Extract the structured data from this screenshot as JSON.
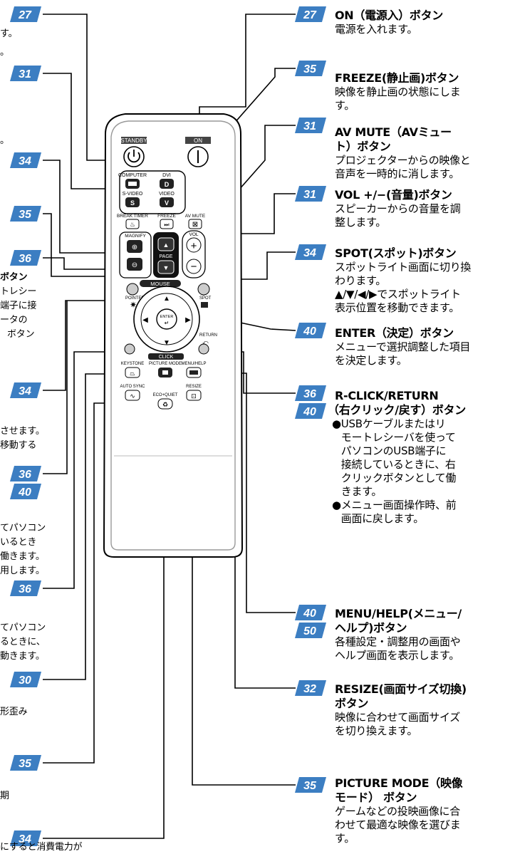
{
  "badges_left": [
    "27",
    "31",
    "34",
    "35",
    "36",
    "34",
    "36",
    "40",
    "36",
    "30",
    "35",
    "34"
  ],
  "badges_right": [
    "27",
    "35",
    "31",
    "31",
    "34",
    "40",
    "36",
    "40",
    "40",
    "50",
    "32",
    "35"
  ],
  "left_fragments": [
    "す。",
    "。",
    "ボタン",
    "トレシー",
    "端子に接",
    "ータの",
    "ボタン",
    "させます。",
    "移動する",
    "てパソコン",
    "いるとき",
    "働きます。",
    "用します。",
    "てパソコン",
    "るときに、",
    "動きます。",
    "形歪み",
    "期",
    "にすると消費電力が"
  ],
  "remote": {
    "standby": "STANDBY",
    "on": "ON",
    "computer": "COMPUTER",
    "dvi": "DVI",
    "svideo": "S-VIDEO",
    "video": "VIDEO",
    "s_key": "S",
    "d_key": "D",
    "v_key": "V",
    "break_timer": "BREAK TIMER",
    "freeze": "FREEZE",
    "av_mute": "AV MUTE",
    "magnify": "MAGNIFY",
    "vol": "VOL",
    "page": "PAGE",
    "mouse": "MOUSE",
    "pointer": "POINTER",
    "spot": "SPOT",
    "enter": "ENTER",
    "return": "RETURN",
    "click": "CLICK",
    "keystone": "KEYSTONE",
    "picture_mode": "PICTURE MODE",
    "menu_help": "MENU/HELP",
    "auto_sync": "AUTO SYNC",
    "eco_quiet": "ECO+QUIET",
    "resize": "RESIZE"
  },
  "entries": {
    "on": {
      "title": "ON（電源入）ボタン",
      "desc": [
        "電源を入れます。"
      ]
    },
    "freeze": {
      "title": "FREEZE(静止画)ボタン",
      "desc": [
        "映像を静止画の状態にしま",
        "す。"
      ]
    },
    "avmute": {
      "title": [
        "AV MUTE（AVミュー",
        "ト）ボタン"
      ],
      "desc": [
        "プロジェクターからの映像と",
        "音声を一時的に消します。"
      ]
    },
    "vol": {
      "title": "VOL +/−(音量)ボタン",
      "desc": [
        "スピーカーからの音量を調",
        "整します。"
      ]
    },
    "spot": {
      "title": "SPOT(スポット)ボタン",
      "desc": [
        "スポットライト画面に切り換",
        "わります。",
        "▲/▼/◀/▶でスポットライト",
        "表示位置を移動できます。"
      ]
    },
    "enter": {
      "title": "ENTER（決定）ボタン",
      "desc": [
        "メニューで選択調整した項目",
        "を決定します。"
      ]
    },
    "rclick": {
      "title": [
        "R-CLICK/RETURN",
        "（右クリック/戻す）ボタン"
      ],
      "bullet_dot": "●",
      "bullet1": [
        "USBケーブルまたはリ",
        "モートレシーバを使って",
        "パソコンのUSB端子に",
        "接続しているときに、右",
        "クリックボタンとして働",
        "きます。"
      ],
      "bullet2": [
        "メニュー画面操作時、前",
        "画面に戻します。"
      ]
    },
    "menu": {
      "title": [
        "MENU/HELP(メニュー/",
        "ヘルプ)ボタン"
      ],
      "desc": [
        "各種設定・調整用の画面や",
        "ヘルプ画面を表示します。"
      ]
    },
    "resize": {
      "title": [
        "RESIZE(画面サイズ切換)",
        "ボタン"
      ],
      "desc": [
        "映像に合わせて画面サイズ",
        "を切り換えます。"
      ]
    },
    "picture": {
      "title": [
        "PICTURE MODE（映像",
        "モード） ボタン"
      ],
      "desc": [
        "ゲームなどの投映画像に合",
        "わせて最適な映像を選びま",
        "す。"
      ]
    }
  },
  "colors": {
    "badge": "#3c7ec2",
    "badge_text": "#ffffff",
    "line": "#000000",
    "remote_body": "#ffffff",
    "key_dark": "#222222"
  }
}
